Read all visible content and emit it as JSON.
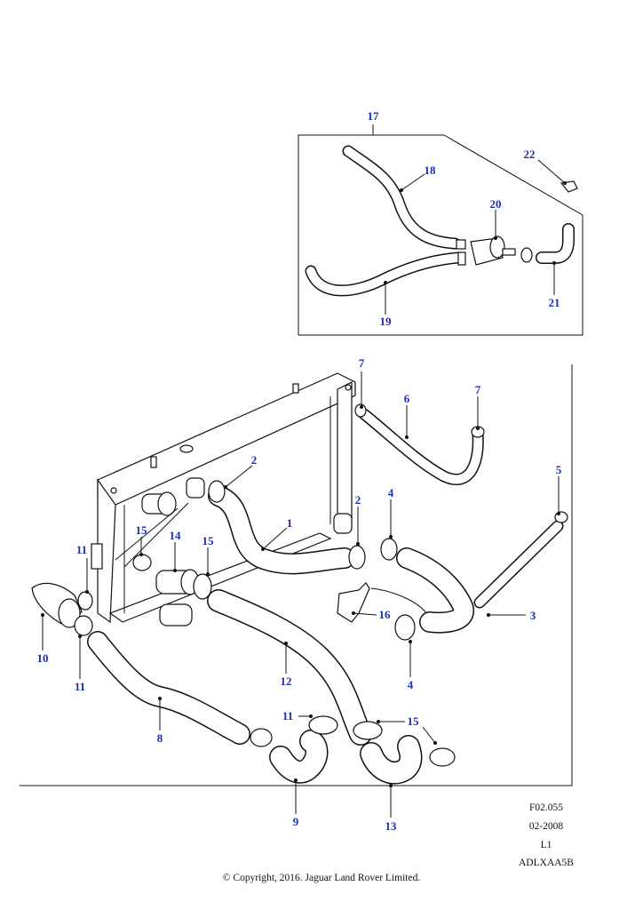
{
  "callouts": [
    {
      "id": "c17",
      "label": "17"
    },
    {
      "id": "c18",
      "label": "18"
    },
    {
      "id": "c19",
      "label": "19"
    },
    {
      "id": "c20",
      "label": "20"
    },
    {
      "id": "c21",
      "label": "21"
    },
    {
      "id": "c22",
      "label": "22"
    },
    {
      "id": "c7a",
      "label": "7"
    },
    {
      "id": "c7b",
      "label": "7"
    },
    {
      "id": "c6",
      "label": "6"
    },
    {
      "id": "c5",
      "label": "5"
    },
    {
      "id": "c2a",
      "label": "2"
    },
    {
      "id": "c2b",
      "label": "2"
    },
    {
      "id": "c1",
      "label": "1"
    },
    {
      "id": "c4a",
      "label": "4"
    },
    {
      "id": "c4b",
      "label": "4"
    },
    {
      "id": "c3",
      "label": "3"
    },
    {
      "id": "c16",
      "label": "16"
    },
    {
      "id": "c15a",
      "label": "15"
    },
    {
      "id": "c15b",
      "label": "15"
    },
    {
      "id": "c15c",
      "label": "15"
    },
    {
      "id": "c14",
      "label": "14"
    },
    {
      "id": "c11a",
      "label": "11"
    },
    {
      "id": "c11b",
      "label": "11"
    },
    {
      "id": "c11c",
      "label": "11"
    },
    {
      "id": "c10",
      "label": "10"
    },
    {
      "id": "c12",
      "label": "12"
    },
    {
      "id": "c8",
      "label": "8"
    },
    {
      "id": "c9",
      "label": "9"
    },
    {
      "id": "c13",
      "label": "13"
    }
  ],
  "meta": {
    "figure_code": "F02.055",
    "date": "02-2008",
    "level": "L1",
    "ref": "ADLXAA5B"
  },
  "footer": {
    "copyright": "© Copyright, 2016. Jaguar Land Rover Limited."
  }
}
